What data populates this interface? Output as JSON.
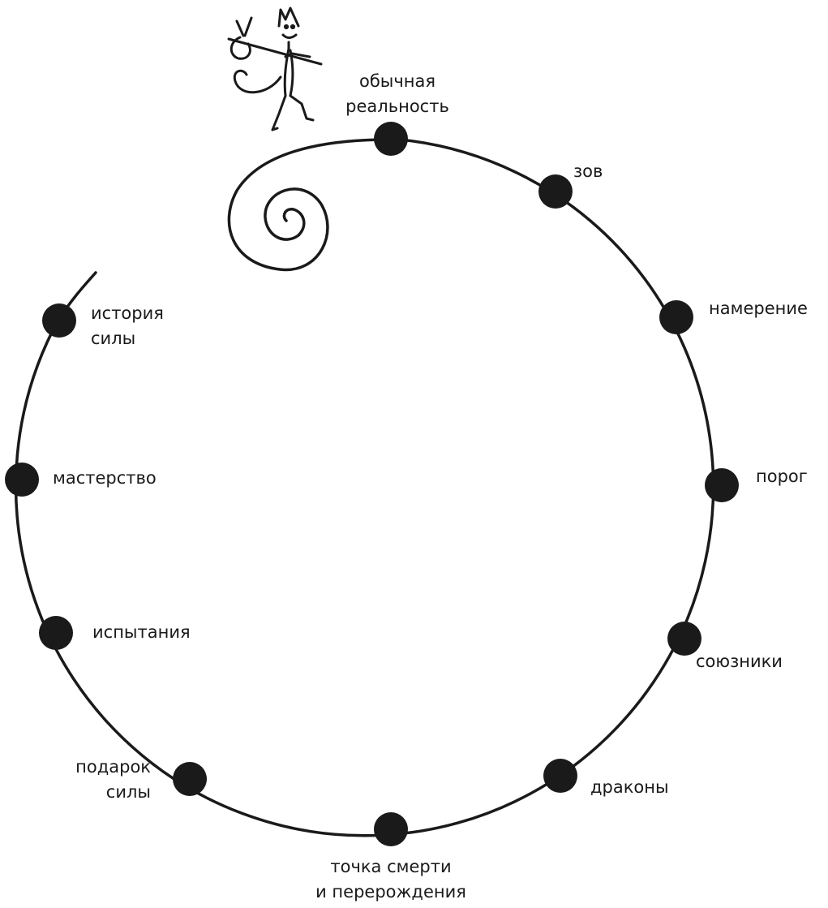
{
  "diagram": {
    "stages": [
      {
        "id": "ordinary",
        "lines": [
          "обычная",
          "реальность"
        ]
      },
      {
        "id": "call",
        "lines": [
          "зов"
        ]
      },
      {
        "id": "intention",
        "lines": [
          "намерение"
        ]
      },
      {
        "id": "threshold",
        "lines": [
          "порог"
        ]
      },
      {
        "id": "allies",
        "lines": [
          "союзники"
        ]
      },
      {
        "id": "dragons",
        "lines": [
          "драконы"
        ]
      },
      {
        "id": "death-rebirth",
        "lines": [
          "точка смерти",
          "и перерождения"
        ]
      },
      {
        "id": "gift",
        "lines": [
          "подарок",
          "силы"
        ]
      },
      {
        "id": "trials",
        "lines": [
          "испытания"
        ]
      },
      {
        "id": "mastery",
        "lines": [
          "мастерство"
        ]
      },
      {
        "id": "story",
        "lines": [
          "история",
          "силы"
        ]
      }
    ],
    "colors": {
      "line": "#1a1a1a",
      "node": "#1a1a1a",
      "text": "#1a1a1a",
      "background": "#ffffff"
    }
  }
}
